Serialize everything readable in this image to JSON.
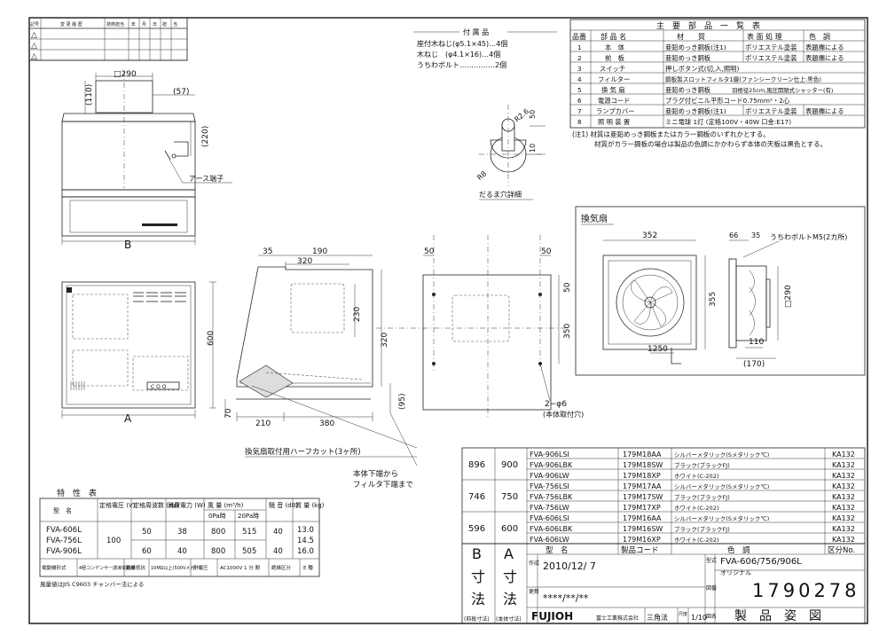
{
  "revision_table": {
    "headers": [
      "記号",
      "変 更 履 歴",
      "技術担当",
      "年",
      "月",
      "日",
      "担",
      "当"
    ],
    "marks": [
      "△",
      "△",
      "△"
    ]
  },
  "accessories": {
    "title": "付 属 品",
    "items": [
      "座付木ねじ(φ5.1×45)…4個",
      "木ねじ　(φ4.1×16)…4個",
      "うちわボルト……………2個"
    ]
  },
  "parts_table": {
    "title": "主　要　部　品　一　覧　表",
    "headers": [
      "品番",
      "部 品 名",
      "材　　質",
      "表 面 処 理",
      "色　調"
    ],
    "rows": [
      [
        "1",
        "本　体",
        "亜鉛めっき鋼板(注1)",
        "ポリエステル塗装",
        "表題欄による"
      ],
      [
        "2",
        "前　板",
        "亜鉛めっき鋼板",
        "ポリエステル塗装",
        "表題欄による"
      ],
      [
        "3",
        "スイッチ",
        "押しボタン式(切,入,照明)",
        "",
        ""
      ],
      [
        "4",
        "フィルター",
        "鋼板製スロットフィルタ1層(ファンシークリーン仕上:黒色)",
        "",
        ""
      ],
      [
        "5",
        "換 気 扇",
        "亜鉛めっき鋼板",
        "羽根径25cm,風圧開閉式シャッター(有)",
        ""
      ],
      [
        "6",
        "電源コード",
        "プラグ付ビニル平形コード0.75mm²・2心",
        "",
        ""
      ],
      [
        "7",
        "ランプカバー",
        "亜鉛めっき鋼板(注1)",
        "ポリエステル塗装",
        "表題欄による"
      ],
      [
        "8",
        "照 明 装 置",
        "ミニ電球 1灯 (定格100V・40W 口金:E17)",
        "",
        ""
      ]
    ],
    "notes": [
      "(注1) 材質は亜鉛めっき鋼板またはカラー鋼板のいずれかとする。",
      "材質がカラー鋼板の場合は製品の色調にかかわらず本体の天板は黒色とする。"
    ]
  },
  "front_view": {
    "dim_width": "□290",
    "dim_110": "(110)",
    "dim_57": "(57)",
    "dim_220": "(220)",
    "earth_label": "アース端子",
    "label_b": "B",
    "dim_600": "600",
    "label_a": "A"
  },
  "keyhole": {
    "r26": "R2.6",
    "r8": "R8",
    "d50": "50",
    "d10": "10",
    "caption": "だるま穴詳細"
  },
  "side_view": {
    "d35": "35",
    "d190": "190",
    "d320t": "320",
    "d230": "230",
    "d320": "320",
    "d70": "70",
    "d210": "210",
    "d380": "380",
    "d95": "(95)"
  },
  "back_view": {
    "d50a": "50",
    "d50b": "50",
    "d50c": "50",
    "d350": "350",
    "hole_label": "2−φ6",
    "hole_note": "(本体取付穴)"
  },
  "fan": {
    "title": "換気扇",
    "d352": "352",
    "d66": "66",
    "d35": "35",
    "bolt": "うちわボルトM5(2カ所)",
    "d355": "355",
    "d290": "□290",
    "d1250": "1250",
    "d110": "110",
    "d170": "(170)"
  },
  "callouts": {
    "half_cut": "換気扇取付用ハーフカット(3ヶ所)",
    "below_note1": "本体下端から",
    "below_note2": "フィルタ下端まで"
  },
  "specs": {
    "title": "特　性　表",
    "headers": [
      "型　名",
      "定格電圧\n(V)",
      "定格周波数\n(Hz)",
      "消費電力\n(W)",
      "風 量 (m³/h)",
      "騒 音\n(dB)",
      "質 量\n(kg)"
    ],
    "sub_headers": [
      "0Pa時",
      "20Pa時"
    ],
    "models": [
      "FVA-606L",
      "FVA-756L",
      "FVA-906L"
    ],
    "voltage": "100",
    "rows": [
      [
        "50",
        "38",
        "800",
        "515",
        "40"
      ],
      [
        "60",
        "40",
        "800",
        "505",
        "40"
      ]
    ],
    "weights": [
      "13.0",
      "14.5",
      "16.0"
    ],
    "footer": [
      "電動機形式",
      "4極コンデンサー誘導電動機",
      "絶縁抵抗",
      "10MΩ以上(500Vメガー)",
      "耐電圧",
      "AC1000V 1 分 間",
      "絶縁区分",
      "E 種"
    ],
    "note": "風量値はJIS C9603 チャンバー法による"
  },
  "models_table": {
    "groups": [
      {
        "b": "896",
        "a": "900",
        "rows": [
          [
            "FVA-906LSI",
            "179M18AA",
            "シルバーメタリック(Sメタリック℃)",
            "KA132"
          ],
          [
            "FVA-906LBK",
            "179M18SW",
            "ブラック(ブラックFJ)",
            "KA132"
          ],
          [
            "FVA-906LW",
            "179M18XP",
            "ホワイト(C-202)",
            "KA132"
          ]
        ]
      },
      {
        "b": "746",
        "a": "750",
        "rows": [
          [
            "FVA-756LSI",
            "179M17AA",
            "シルバーメタリック(Sメタリック℃)",
            "KA132"
          ],
          [
            "FVA-756LBK",
            "179M17SW",
            "ブラック(ブラックFJ)",
            "KA132"
          ],
          [
            "FVA-756LW",
            "179M17XP",
            "ホワイト(C-202)",
            "KA132"
          ]
        ]
      },
      {
        "b": "596",
        "a": "600",
        "rows": [
          [
            "FVA-606LSI",
            "179M16AA",
            "シルバーメタリック(Sメタリック℃)",
            "KA132"
          ],
          [
            "FVA-606LBK",
            "179M16SW",
            "ブラック(ブラックFJ)",
            "KA132"
          ],
          [
            "FVA-606LW",
            "179M16XP",
            "ホワイト(C-202)",
            "KA132"
          ]
        ]
      }
    ],
    "headers": [
      "型　名",
      "製品コード",
      "色　調",
      "区分No."
    ]
  },
  "title_block": {
    "b_label": "B",
    "b_kanji": "寸",
    "b_kanji2": "法",
    "b_note": "(前板寸法)",
    "a_label": "A",
    "a_kanji": "寸",
    "a_kanji2": "法",
    "a_note": "(本体寸法)",
    "created_label": "作成",
    "created": "2010/12/ 7",
    "revised_label": "更新",
    "revised": "****/**/**",
    "logo": "FUJIOH",
    "company": "富士工業株式会社",
    "projection": "三角法",
    "scale_label": "尺度",
    "scale": "1/10",
    "model_label": "型式",
    "model": "FVA-606/756/906L",
    "sub": "オリジナル",
    "drawing_label": "図番",
    "drawing_no": "1790278",
    "title_label": "図名",
    "title": "製　品　姿　図"
  }
}
